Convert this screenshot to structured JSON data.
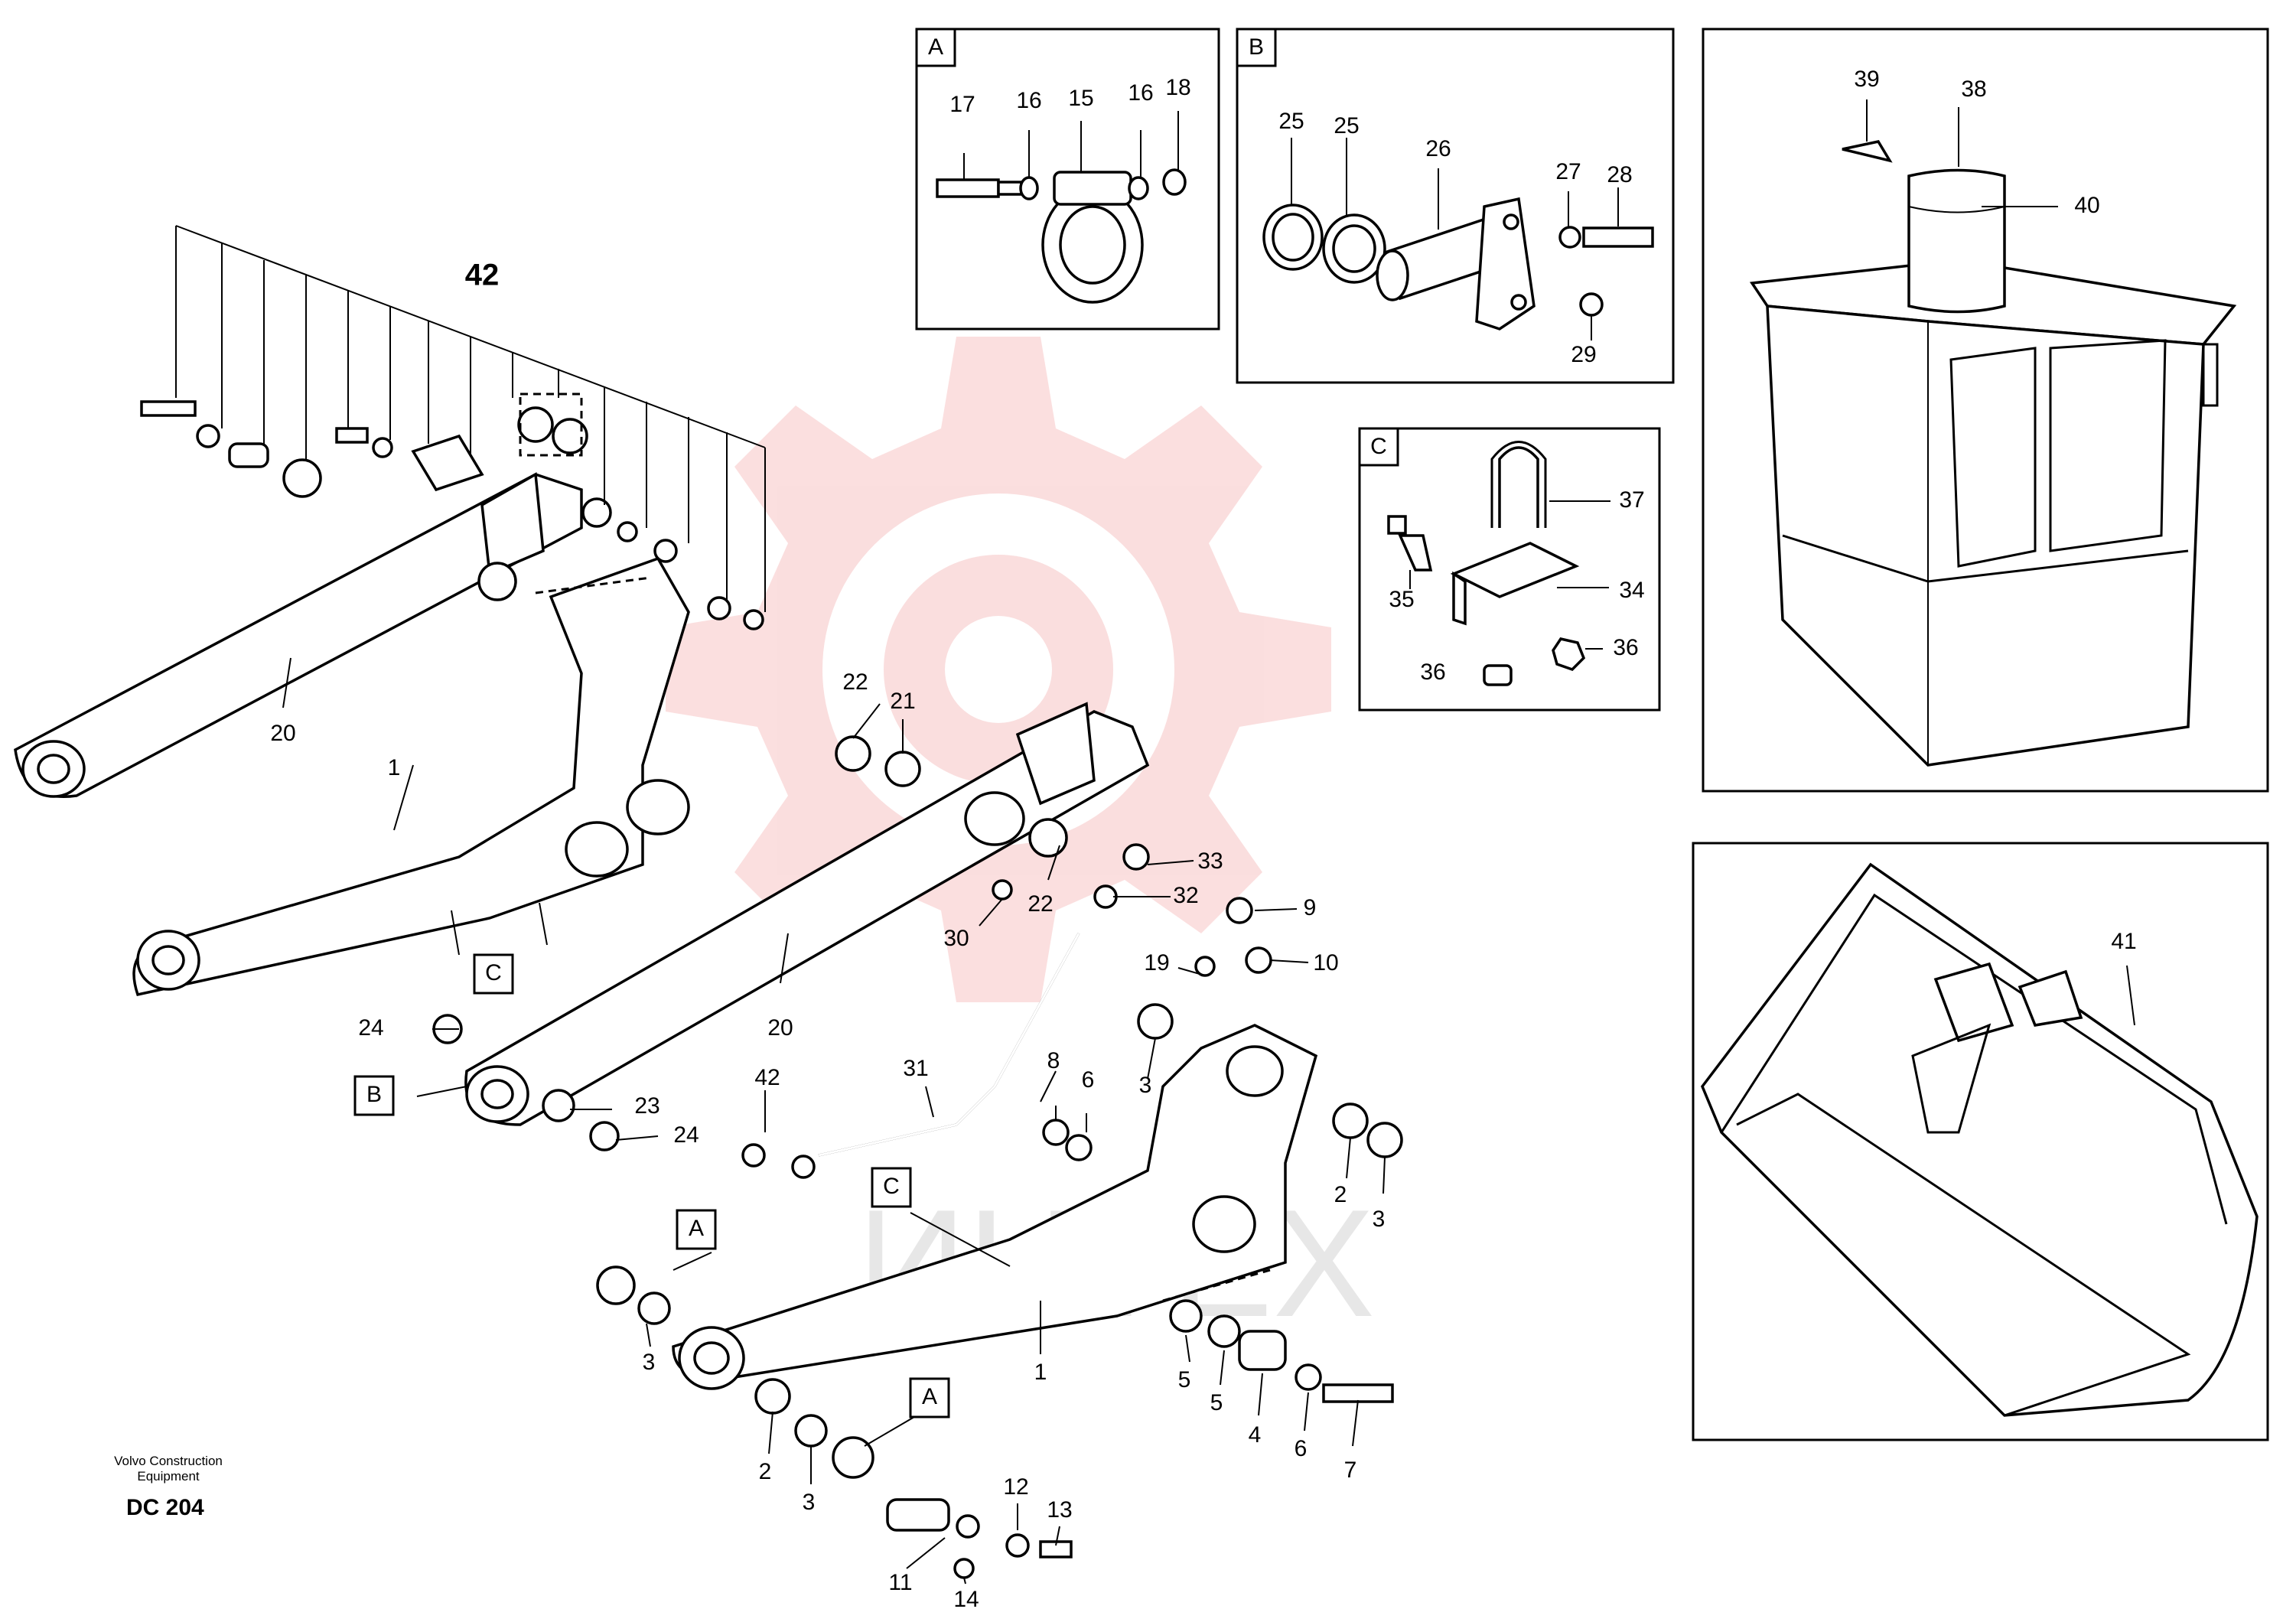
{
  "watermark": {
    "text": "ИНТЕХ",
    "gear_color": "#f7c4c4"
  },
  "credit": {
    "line1": "Volvo Construction",
    "line2": "Equipment"
  },
  "drawing_code": "DC 204",
  "insets": {
    "A": "A",
    "B": "B",
    "C": "C"
  },
  "reference_tags": {
    "C_left": "C",
    "B_mid": "B",
    "C_mid": "C",
    "A_left": "A",
    "A_bottom": "A"
  },
  "callouts": {
    "n1a": "1",
    "n1b": "1",
    "n2a": "2",
    "n2b": "2",
    "n3a": "3",
    "n3b": "3",
    "n3c": "3",
    "n3d": "3",
    "n4": "4",
    "n5a": "5",
    "n5b": "5",
    "n6a": "6",
    "n6b": "6",
    "n7": "7",
    "n8": "8",
    "n9": "9",
    "n10": "10",
    "n11": "11",
    "n12": "12",
    "n13": "13",
    "n14": "14",
    "n15": "15",
    "n16a": "16",
    "n16b": "16",
    "n17": "17",
    "n18": "18",
    "n19": "19",
    "n20a": "20",
    "n20b": "20",
    "n21": "21",
    "n22a": "22",
    "n22b": "22",
    "n23": "23",
    "n24a": "24",
    "n24b": "24",
    "n25a": "25",
    "n25b": "25",
    "n26": "26",
    "n27": "27",
    "n28": "28",
    "n29": "29",
    "n30": "30",
    "n31": "31",
    "n32": "32",
    "n33": "33",
    "n34": "34",
    "n35": "35",
    "n36a": "36",
    "n36b": "36",
    "n37": "37",
    "n38": "38",
    "n39": "39",
    "n40": "40",
    "n41": "41",
    "n42a": "42",
    "n42b": "42"
  }
}
